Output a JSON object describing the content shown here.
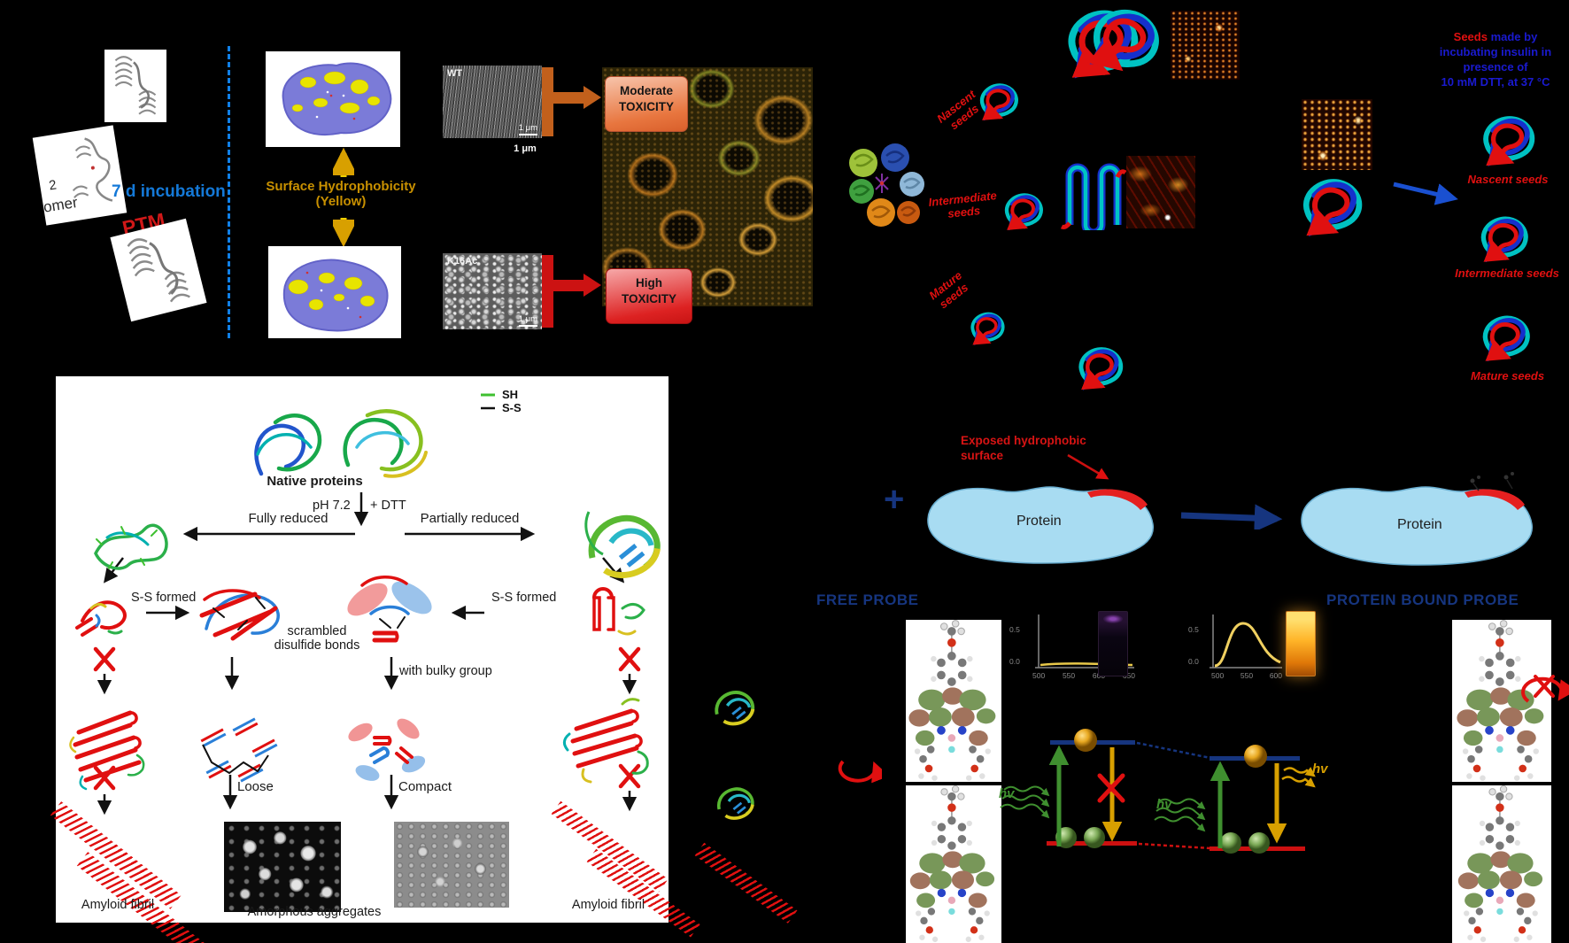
{
  "panel_a": {
    "frag_top": "2",
    "frag_bottom": "omer",
    "incubation": "7 d incubation",
    "ptm": "PTM"
  },
  "panel_b": {
    "hydro1": "Surface Hydrophobicity",
    "hydro2": "(Yellow)",
    "wt": "WT",
    "wt_scale": "1 μm",
    "scale_below": "1 μm",
    "k16ac": "K16Ac",
    "k16ac_scale": "1 μm",
    "moderate1": "Moderate",
    "moderate2": "TOXICITY",
    "high1": "High",
    "high2": "TOXICITY"
  },
  "panel_c": {
    "nascent1": "Nascent",
    "nascent2": "seeds",
    "intermediate1": "Intermediate",
    "intermediate2": "seeds",
    "mature1": "Mature",
    "mature2": "seeds",
    "caption_seeds": "Seeds",
    "caption_rest": " made by",
    "caption_l2": "incubating  insulin in",
    "caption_l3": "presence of",
    "caption_l4": "10 mM DTT, at 37 °C",
    "label_nascent": "Nascent seeds",
    "label_intermediate": "Intermediate seeds",
    "label_mature": "Mature seeds"
  },
  "panel_d": {
    "legend_sh": "SH",
    "legend_ss": "S-S",
    "native": "Native proteins",
    "ph": "pH 7.2",
    "dtt": "+ DTT",
    "fully": "Fully reduced",
    "partially": "Partially reduced",
    "ss_left": "S-S formed",
    "ss_right": "S-S formed",
    "scrambled1": "scrambled",
    "scrambled2": "disulfide bonds",
    "bulky": "with bulky group",
    "loose": "Loose",
    "compact": "Compact",
    "amyloid_left": "Amyloid fibril",
    "amorphous": "Amorphous aggregates",
    "amyloid_right": "Amyloid fibril"
  },
  "panel_e": {
    "plus": "+",
    "exposed1": "Exposed hydrophobic",
    "exposed2": "surface",
    "protein_left": "Protein",
    "protein_right": "Protein"
  },
  "panel_f": {
    "free_probe": "FREE PROBE",
    "bound_probe": "PROTEIN BOUND PROBE",
    "hv_left": "hv",
    "hv_mid": "hv",
    "hv_right": "hv",
    "spec1_y": [
      "0.5",
      "0.0"
    ],
    "spec1_x": [
      "500",
      "550",
      "600",
      "650"
    ],
    "spec2_y": [
      "0.5",
      "0.0"
    ],
    "spec2_x": [
      "500",
      "550",
      "600"
    ]
  },
  "colors": {
    "accent_blue": "#1479d8",
    "label_red": "#e01010",
    "caption_blue": "#1a1ad0",
    "gold": "#d8a000",
    "navy": "#16357f",
    "toxicity_moderate": "#e8763f",
    "toxicity_high": "#dd2222",
    "protein_blob": "#a8dcf2",
    "hydrophobicity_yellow": "#e8e400"
  }
}
